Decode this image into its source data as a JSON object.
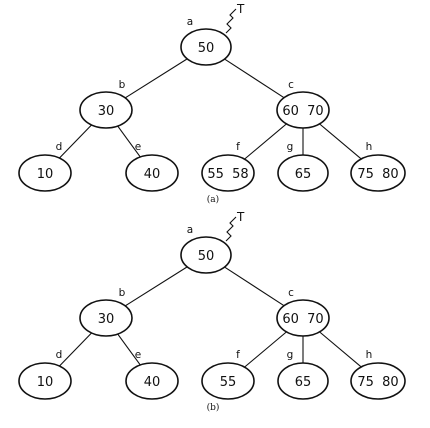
{
  "diagrams": [
    {
      "caption": "(a)",
      "pointer": "T",
      "nodes": {
        "a": {
          "label": "a",
          "keys": [
            "50"
          ]
        },
        "b": {
          "label": "b",
          "keys": [
            "30"
          ]
        },
        "c": {
          "label": "c",
          "keys": [
            "60",
            "70"
          ]
        },
        "d": {
          "label": "d",
          "keys": [
            "10"
          ]
        },
        "e": {
          "label": "e",
          "keys": [
            "40"
          ]
        },
        "f": {
          "label": "f",
          "keys": [
            "55",
            "58"
          ]
        },
        "g": {
          "label": "g",
          "keys": [
            "65"
          ]
        },
        "h": {
          "label": "h",
          "keys": [
            "75",
            "80"
          ]
        }
      },
      "edges": [
        [
          "a",
          "b"
        ],
        [
          "a",
          "c"
        ],
        [
          "b",
          "d"
        ],
        [
          "b",
          "e"
        ],
        [
          "c",
          "f"
        ],
        [
          "c",
          "g"
        ],
        [
          "c",
          "h"
        ]
      ]
    },
    {
      "caption": "(b)",
      "pointer": "T",
      "nodes": {
        "a": {
          "label": "a",
          "keys": [
            "50"
          ]
        },
        "b": {
          "label": "b",
          "keys": [
            "30"
          ]
        },
        "c": {
          "label": "c",
          "keys": [
            "60",
            "70"
          ]
        },
        "d": {
          "label": "d",
          "keys": [
            "10"
          ]
        },
        "e": {
          "label": "e",
          "keys": [
            "40"
          ]
        },
        "f": {
          "label": "f",
          "keys": [
            "55"
          ]
        },
        "g": {
          "label": "g",
          "keys": [
            "65"
          ]
        },
        "h": {
          "label": "h",
          "keys": [
            "75",
            "80"
          ]
        }
      },
      "edges": [
        [
          "a",
          "b"
        ],
        [
          "a",
          "c"
        ],
        [
          "b",
          "d"
        ],
        [
          "b",
          "e"
        ],
        [
          "c",
          "f"
        ],
        [
          "c",
          "g"
        ],
        [
          "c",
          "h"
        ]
      ]
    }
  ]
}
